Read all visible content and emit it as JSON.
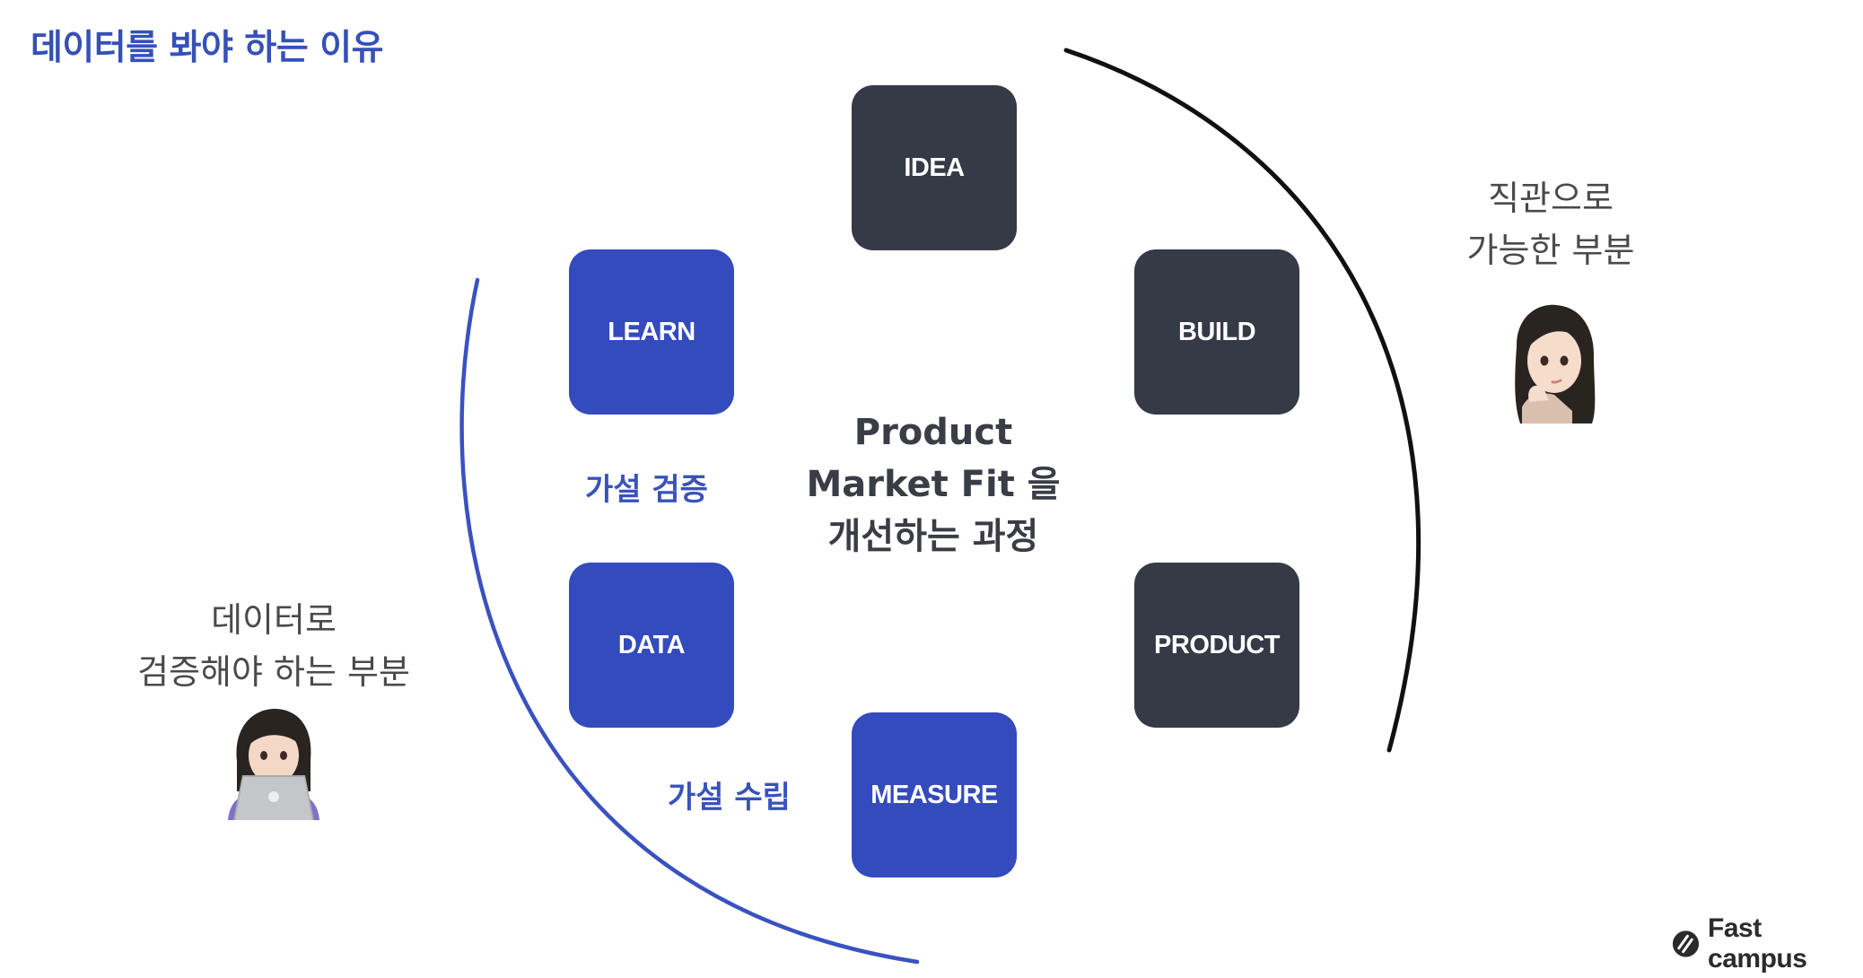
{
  "title": "데이터를 봐야 하는 이유",
  "cycle": {
    "idea": "IDEA",
    "build": "BUILD",
    "product": "PRODUCT",
    "measure": "MEASURE",
    "data": "DATA",
    "learn": "LEARN"
  },
  "center": {
    "line1": "Product",
    "line2": "Market Fit 을",
    "line3": "개선하는 과정"
  },
  "hypothesis": {
    "verify": "가설 검증",
    "build": "가설 수립"
  },
  "right_note": {
    "line1": "직관으로",
    "line2": "가능한 부분"
  },
  "left_note": {
    "line1": "데이터로",
    "line2": "검증해야 하는 부분"
  },
  "brand": {
    "name": "Fast campus"
  },
  "colors": {
    "dark_box": "#353a46",
    "blue_box": "#334bbd",
    "title_blue": "#3550b8",
    "left_arc": "#3a52c0",
    "right_arc": "#111111"
  },
  "icons": [
    "thinking-woman-icon",
    "laptop-woman-icon",
    "fastcampus-logo-icon"
  ]
}
